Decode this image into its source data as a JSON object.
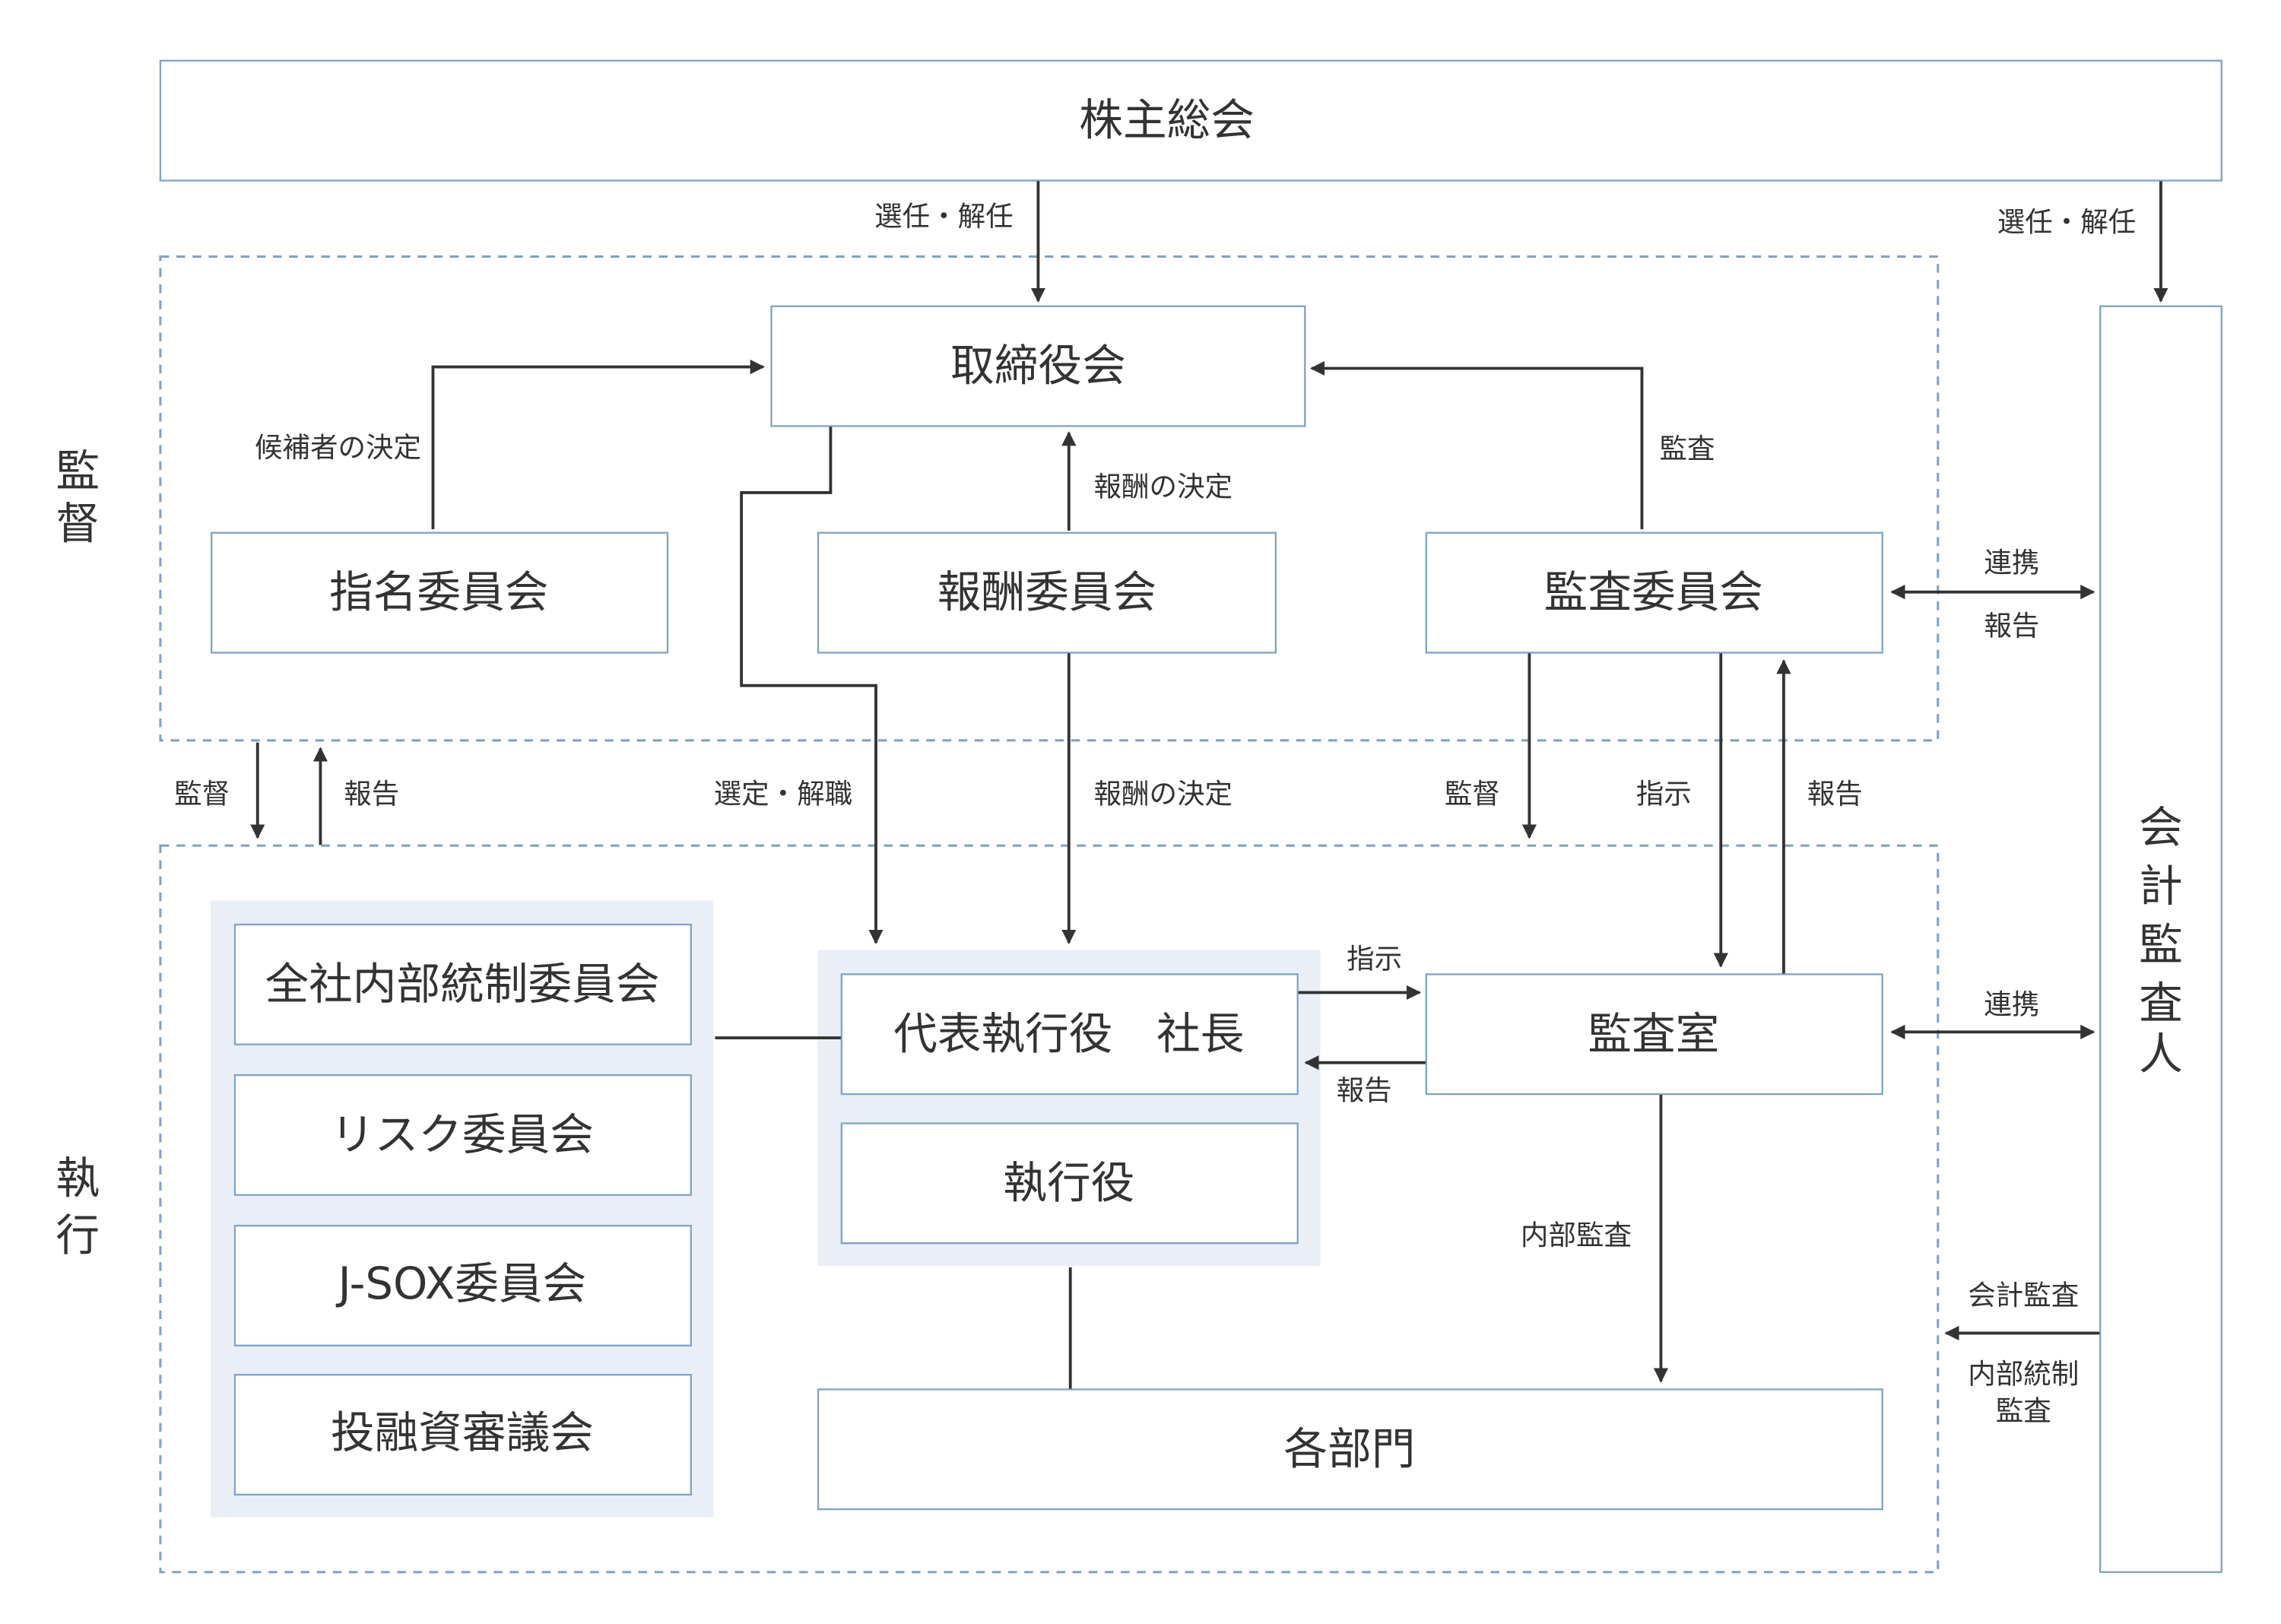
{
  "diagram": {
    "type": "corporate-governance-chart",
    "colors": {
      "box_border": "#7fa3c4",
      "group_background": "#eaeff7",
      "line": "#333333",
      "text": "#333333",
      "dashed_border": "#7fa3c4"
    },
    "side_labels": {
      "supervision": [
        "監",
        "督"
      ],
      "execution": [
        "執",
        "行"
      ]
    },
    "boxes": {
      "shareholders_meeting": "株主総会",
      "board_of_directors": "取締役会",
      "nomination_committee": "指名委員会",
      "compensation_committee": "報酬委員会",
      "audit_committee": "監査委員会",
      "accounting_auditor": [
        "会",
        "計",
        "監",
        "査",
        "人"
      ],
      "ceo": "代表執行役　社長",
      "executive_officers": "執行役",
      "internal_audit_office": "監査室",
      "departments": "各部門"
    },
    "left_committees": [
      "全社内部統制委員会",
      "リスク委員会",
      "J-SOX委員会",
      "投融資審議会"
    ],
    "edge_labels": {
      "shareholders_to_board": "選任・解任",
      "shareholders_to_auditor": "選任・解任",
      "nomination_to_board": "候補者の決定",
      "compensation_to_board": "報酬の決定",
      "audit_committee_to_board": "監査",
      "audit_committee_auditor_top": "連携",
      "audit_committee_auditor_bottom": "報告",
      "supervision_down": "監督",
      "report_up": "報告",
      "board_to_ceo": "選定・解職",
      "compensation_to_ceo": "報酬の決定",
      "audit_committee_supervise": "監督",
      "audit_committee_instruct": "指示",
      "audit_office_report": "報告",
      "ceo_to_audit_office": "指示",
      "audit_office_to_ceo": "報告",
      "audit_office_auditor": "連携",
      "internal_audit": "内部監査",
      "accounting_audit": "会計監査",
      "internal_control_audit": [
        "内部統制",
        "監査"
      ]
    }
  }
}
